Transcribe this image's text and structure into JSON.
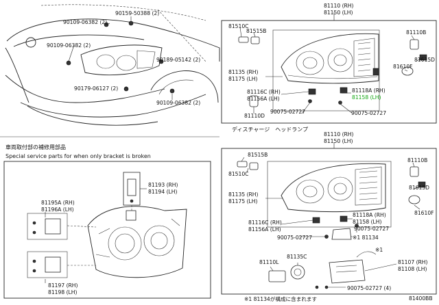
{
  "diagram_code": "81400BB",
  "top_left_labels": {
    "c1": "90159-50388 (2)",
    "c2": "90109-06382 (2)",
    "c3": "90109-06382 (2)",
    "c4": "90189-05142 (2)",
    "c5": "90179-06127 (2)",
    "c6": "90109-06382 (2)"
  },
  "top_right": {
    "h1": "81110 (RH)",
    "h2": "81150 (LH)",
    "p1": "81510C",
    "p2": "81515B",
    "p3": "81110B",
    "p4": "81615D",
    "p5": "81610F",
    "p6a": "81135 (RH)",
    "p6b": "81175 (LH)",
    "p7a": "81116C (RH)",
    "p7b": "81156A (LH)",
    "p8": "81118A (RH)",
    "p9": "81158 (LH)",
    "p10": "81110D",
    "p11": "90075-02727",
    "p12": "90075-02727",
    "caption": "ディスチャージ　ヘッドランプ"
  },
  "bottom_left": {
    "title_jp": "車両取付部の補修用部品",
    "title_en": "Special service parts for when only bracket is broken",
    "q1a": "81193 (RH)",
    "q1b": "81194 (LH)",
    "q2a": "81195A (RH)",
    "q2b": "81196A (LH)",
    "q3a": "81197 (RH)",
    "q3b": "81198 (LH)"
  },
  "bottom_right": {
    "h1": "81110 (RH)",
    "h2": "81150 (LH)",
    "r1": "81515B",
    "r2": "81510C",
    "r3": "81110B",
    "r4": "81615D",
    "r5": "81610F",
    "r6a": "81135 (RH)",
    "r6b": "81175 (LH)",
    "r7a": "81116C (RH)",
    "r7b": "81156A (LH)",
    "r8a": "81118A (RH)",
    "r8b": "81158 (LH)",
    "r9": "90075-02727",
    "r10": "90075-02727",
    "r11": "※1 81134",
    "r12": "81135C",
    "r13": "81110L",
    "r14": "※1",
    "r15a": "81107 (RH)",
    "r15b": "81108 (LH)",
    "r16": "90075-02727 (4)",
    "footnote": "※1 81134が構成に含まれます"
  }
}
